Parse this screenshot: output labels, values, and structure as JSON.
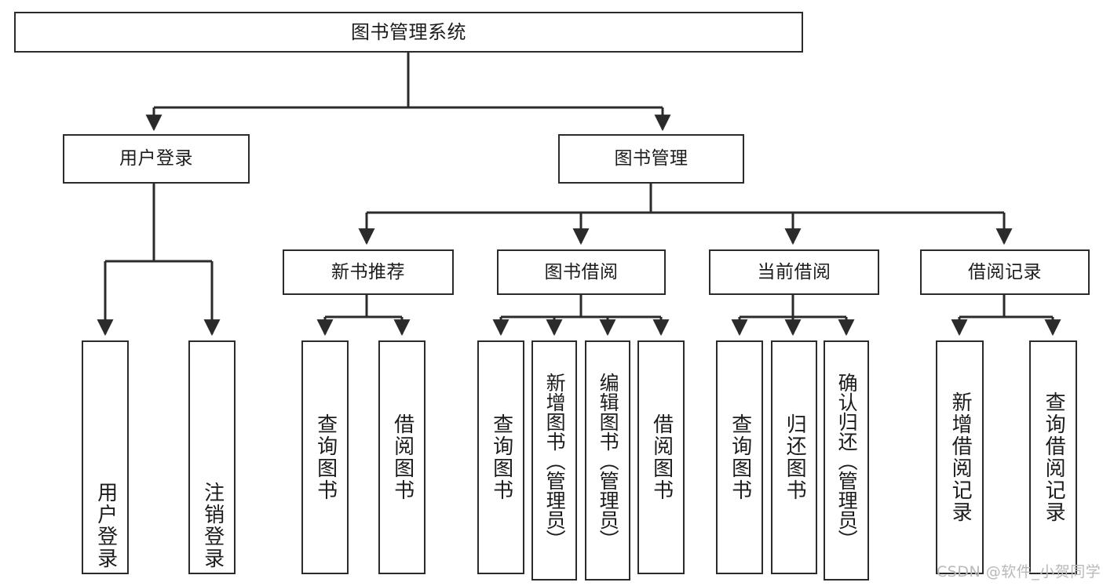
{
  "diagram": {
    "title": "图书管理系统",
    "watermark": "CSDN @软件_小贺同学",
    "stroke_color": "#2b2b2b",
    "background_color": "#ffffff",
    "text_color": "#1c1c1c",
    "watermark_color": "#b9b9b9"
  },
  "nodes": {
    "root": {
      "label": "图书管理系统"
    },
    "level2": [
      {
        "id": "user-login",
        "label": "用户登录"
      },
      {
        "id": "book-management",
        "label": "图书管理"
      }
    ],
    "level3": [
      {
        "id": "new-book-recommend",
        "label": "新书推荐"
      },
      {
        "id": "book-borrow",
        "label": "图书借阅"
      },
      {
        "id": "current-borrow",
        "label": "当前借阅"
      },
      {
        "id": "borrow-record",
        "label": "借阅记录"
      }
    ],
    "leaves": [
      {
        "id": "leaf-user-login",
        "label": "用户登录",
        "parent": "user-login"
      },
      {
        "id": "leaf-logout-login",
        "label": "注销登录",
        "parent": "user-login"
      },
      {
        "id": "leaf-query-book-1",
        "label": "查询图书",
        "parent": "new-book-recommend"
      },
      {
        "id": "leaf-borrow-book-1",
        "label": "借阅图书",
        "parent": "new-book-recommend"
      },
      {
        "id": "leaf-query-book-2",
        "label": "查询图书",
        "parent": "book-borrow"
      },
      {
        "id": "leaf-add-book-admin",
        "label": "新增图书（管理员）",
        "parent": "book-borrow"
      },
      {
        "id": "leaf-edit-book-admin",
        "label": "编辑图书（管理员）",
        "parent": "book-borrow"
      },
      {
        "id": "leaf-borrow-book-2",
        "label": "借阅图书",
        "parent": "book-borrow"
      },
      {
        "id": "leaf-query-book-3",
        "label": "查询图书",
        "parent": "current-borrow"
      },
      {
        "id": "leaf-return-book",
        "label": "归还图书",
        "parent": "current-borrow"
      },
      {
        "id": "leaf-confirm-return-admin",
        "label": "确认归还（管理员）",
        "parent": "current-borrow"
      },
      {
        "id": "leaf-add-borrow-record",
        "label": "新增借阅记录",
        "parent": "borrow-record"
      },
      {
        "id": "leaf-query-borrow-record",
        "label": "查询借阅记录",
        "parent": "borrow-record"
      }
    ]
  },
  "chart_data": {
    "type": "diagram",
    "diagram_type": "tree-hierarchy",
    "title": "图书管理系统",
    "orientation": "top-down",
    "levels": 4,
    "tree": {
      "label": "图书管理系统",
      "children": [
        {
          "label": "用户登录",
          "children": [
            {
              "label": "用户登录"
            },
            {
              "label": "注销登录"
            }
          ]
        },
        {
          "label": "图书管理",
          "children": [
            {
              "label": "新书推荐",
              "children": [
                {
                  "label": "查询图书"
                },
                {
                  "label": "借阅图书"
                }
              ]
            },
            {
              "label": "图书借阅",
              "children": [
                {
                  "label": "查询图书"
                },
                {
                  "label": "新增图书（管理员）"
                },
                {
                  "label": "编辑图书（管理员）"
                },
                {
                  "label": "借阅图书"
                }
              ]
            },
            {
              "label": "当前借阅",
              "children": [
                {
                  "label": "查询图书"
                },
                {
                  "label": "归还图书"
                },
                {
                  "label": "确认归还（管理员）"
                }
              ]
            },
            {
              "label": "借阅记录",
              "children": [
                {
                  "label": "新增借阅记录"
                },
                {
                  "label": "查询借阅记录"
                }
              ]
            }
          ]
        }
      ]
    }
  }
}
